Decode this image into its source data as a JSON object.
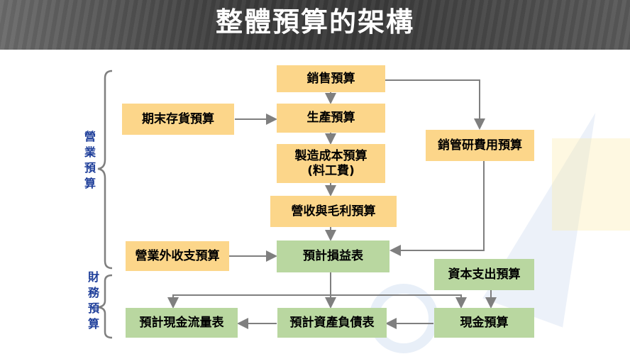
{
  "header": {
    "title": "整體預算的架構"
  },
  "side_labels": {
    "operating": "營\n業\n預\n算",
    "financial": "財\n務\n預\n算"
  },
  "nodes": {
    "sales_budget": "銷售預算",
    "ending_inventory_budget": "期末存貨預算",
    "production_budget": "生產預算",
    "manufacturing_cost_budget": "製造成本預算\n(料工費)",
    "revenue_gross_profit_budget": "營收與毛利預算",
    "selling_admin_expense_budget": "銷管研費用預算",
    "non_operating_budget": "營業外收支預算",
    "projected_income_statement": "預計損益表",
    "capital_expenditure_budget": "資本支出預算",
    "projected_cash_flow_statement": "預計現金流量表",
    "projected_balance_sheet": "預計資產負債表",
    "cash_budget": "現金預算"
  },
  "colors": {
    "yellow": "#fcd68a",
    "green": "#b9d7a0",
    "label": "#1f3f9a",
    "arrow": "#7f7f7f"
  }
}
